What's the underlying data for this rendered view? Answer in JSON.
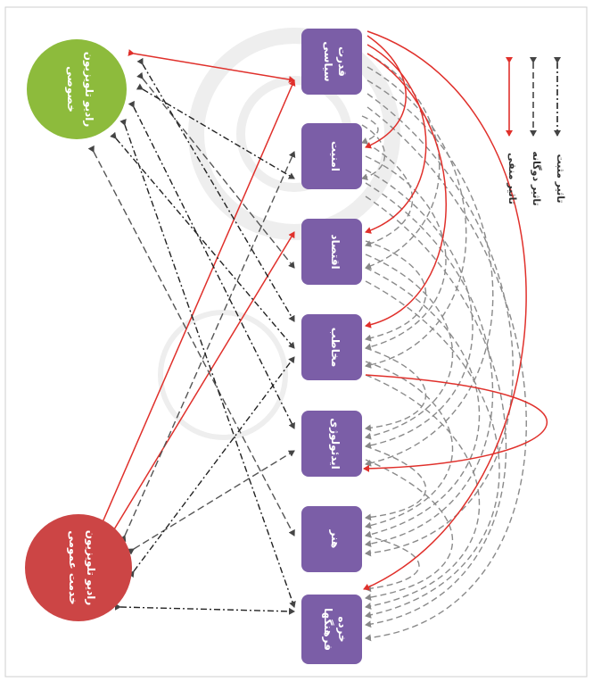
{
  "diagram": {
    "circles": {
      "private": {
        "label_line1": "رادیو تلویزیون",
        "label_line2": "خصوصی",
        "color": "#8dbb3c"
      },
      "public": {
        "label_line1": "رادیو تلویزیون",
        "label_line2": "خدمت عمومی",
        "color": "#cc4545"
      }
    },
    "boxes": [
      {
        "id": "political-power",
        "line1": "قدرت",
        "line2": "سیاسی"
      },
      {
        "id": "security",
        "line1": "امنیت",
        "line2": ""
      },
      {
        "id": "economy",
        "line1": "اقتصاد",
        "line2": ""
      },
      {
        "id": "audience",
        "line1": "مخاطب",
        "line2": ""
      },
      {
        "id": "ideology",
        "line1": "ایدئولوژی",
        "line2": ""
      },
      {
        "id": "art",
        "line1": "هنر",
        "line2": ""
      },
      {
        "id": "subcultures",
        "line1": "خرده",
        "line2": "فرهنگها"
      }
    ],
    "box_color": "#7b5ea7",
    "legend": {
      "negative": "تاثیر منفی",
      "dual": "تاثیر دوگانه",
      "positive": "تاثیر مثبت"
    },
    "colors": {
      "negative": "#e0302b",
      "dual": "#555555",
      "positive": "#222222",
      "feedback": "#8a8a8a"
    }
  }
}
